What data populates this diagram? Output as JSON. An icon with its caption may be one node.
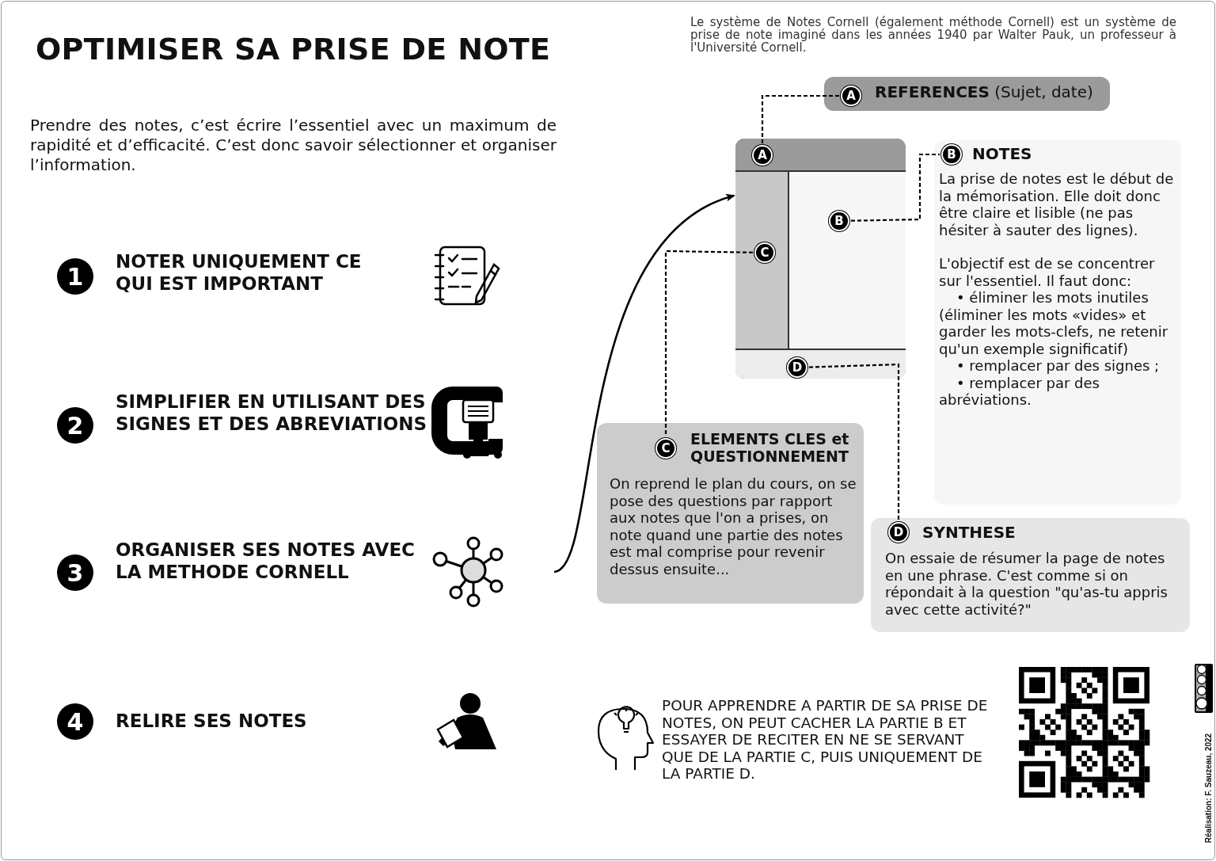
{
  "diagram": {
    "title": "OPTIMISER SA PRISE DE NOTE",
    "nodes": [
      {
        "text": [
          "1"
        ],
        "beside": [
          "NOTER UNIQUEMENT CE QUI EST IMPORTANT"
        ]
      },
      {
        "text": [
          "2"
        ],
        "beside": [
          "SIMPLIFIER EN UTILISANT DES SIGNES ET DES ABREVIATIONS"
        ]
      },
      {
        "text": [
          "3"
        ],
        "beside": [
          "ORGANISER SES NOTES AVEC LA METHODE CORNELL"
        ]
      },
      {
        "text": [
          "4"
        ],
        "beside": [
          "RELIRE SES NOTES"
        ]
      },
      {
        "text": [],
        "shape": "box"
      },
      {
        "text": [
          "A"
        ],
        "in": 4
      },
      {
        "text": [
          "C"
        ],
        "in": 4
      },
      {
        "text": [
          "B"
        ],
        "in": 4
      },
      {
        "text": [
          "D"
        ],
        "in": 4
      },
      {
        "text": [
          "A",
          "**REFERENCES** (Sujet, date)"
        ]
      },
      {
        "text": [
          "B",
          "NOTES",
          "La prise de notes est le début de la mémorisation. Elle doit donc être claire et lisible (ne pas hésiter à sauter des lignes).",
          "L'objectif est de se concentrer sur l'essentiel. Il faut donc:",
          "• éliminer les mots inutiles (éliminer les mots «vides» et garder les mots-clefs, ne retenir qu'un exemple significatif)",
          "• remplacer par des signes ;",
          "• remplacer par des abréviations."
        ]
      },
      {
        "text": [
          "C",
          "ELEMENTS CLES et QUESTIONNEMENT",
          "On reprend le plan du cours, on se pose des questions par rapport aux notes que l'on a prises, on note quand une partie des notes est mal comprise pour revenir dessus ensuite..."
        ]
      },
      {
        "text": [
          "D",
          "SYNTHESE",
          "On essaie de résumer la page de notes en une phrase. C'est comme si on répondait à la question \"qu'as-tu appris avec cette activité?\""
        ]
      }
    ],
    "edges": [
      {
        "from": 5,
        "to": 9,
        "arrow": "none",
        "style": "dashed"
      },
      {
        "from": 7,
        "to": 10,
        "arrow": "none",
        "style": "dashed"
      },
      {
        "from": 6,
        "to": 11,
        "arrow": "none",
        "style": "dashed"
      },
      {
        "from": 8,
        "to": 12,
        "arrow": "none",
        "style": "dashed"
      },
      {
        "from": null,
        "to": 4,
        "arrow": "to"
      }
    ],
    "labels": [
      "Le système de Notes Cornell (également méthode Cornell) est un système de prise de note imaginé dans les années 1940 par Walter Pauk, un professeur à l'Université Cornell.",
      "Prendre des notes, c’est écrire l’essentiel avec un maximum de rapidité et d’efficacité. C’est donc savoir sélectionner et organiser l’information.",
      "POUR APPRENDRE A PARTIR DE SA PRISE DE NOTES, ON PEUT CACHER LA PARTIE B ET ESSAYER DE RECITER EN NE SE SERVANT QUE DE LA PARTIE C, PUIS UNIQUEMENT DE LA PARTIE D.",
      "Réalisation: F. Sauzeau, 2022"
    ]
  }
}
